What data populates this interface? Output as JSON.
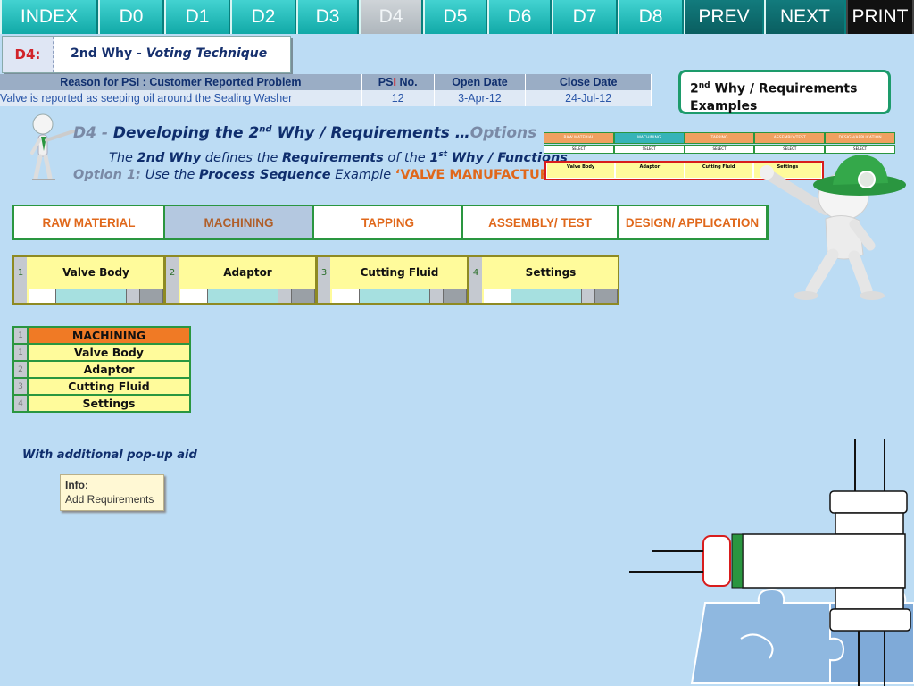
{
  "nav": [
    "INDEX",
    "D0",
    "D1",
    "D2",
    "D3",
    "D4",
    "D5",
    "D6",
    "D7",
    "D8",
    "PREV",
    "NEXT",
    "PRINT"
  ],
  "title": {
    "code": "D4:",
    "text": "2nd Why - ",
    "text_em": "Voting Technique"
  },
  "reason_table": {
    "headers": {
      "reason": "Reason for PSI  : Customer Reported Problem",
      "psi_a": "PS",
      "psi_slash": "I",
      "psi_b": " No.",
      "open": "Open Date",
      "close": "Close Date"
    },
    "row": {
      "reason": "Valve is reported as seeping oil around the Sealing Washer",
      "psi": "12",
      "open": "3-Apr-12",
      "close": "24-Jul-12"
    }
  },
  "example_box": {
    "a": "2",
    "sup": "nd",
    "b": " Why / Requirements",
    "line2": "Examples"
  },
  "heading": {
    "prefix": "D4 - ",
    "a": "Developing the 2",
    "sup": "nd",
    "b": " Why / Requirements …",
    "options": "Options"
  },
  "line2": {
    "a": "The ",
    "b": "2nd Why",
    "c": " defines the ",
    "d": "Requirements",
    "e": " of the ",
    "f": "1",
    "sup": "st",
    "g": " Why  / Functions"
  },
  "line3": {
    "a": "Option 1: ",
    "b": "Use the ",
    "c": "Process Sequence",
    "d": " Example ",
    "e": "‘VALVE MANUFACTURING’"
  },
  "categories": [
    "RAW MATERIAL",
    "MACHINING",
    "TAPPING",
    "ASSEMBLY/ TEST",
    "DESIGN/ APPLICATION"
  ],
  "items": [
    {
      "num": "1",
      "label": "Valve Body"
    },
    {
      "num": "2",
      "label": "Adaptor"
    },
    {
      "num": "3",
      "label": "Cutting Fluid"
    },
    {
      "num": "4",
      "label": "Settings"
    }
  ],
  "vlist": {
    "header": "MACHINING",
    "rows": [
      {
        "num": "1",
        "label": "Valve Body"
      },
      {
        "num": "2",
        "label": "Adaptor"
      },
      {
        "num": "3",
        "label": "Cutting Fluid"
      },
      {
        "num": "4",
        "label": "Settings"
      }
    ]
  },
  "popup_caption": "With additional pop-up aid",
  "info": {
    "title": "Info:",
    "text": "Add Requirements"
  },
  "mini": {
    "cats": [
      "RAW MATERIAL",
      "MACHINING",
      "TAPPING",
      "ASSEMBLY/TEST",
      "DESIGN/APPLICATION"
    ],
    "select": "SELECT",
    "items": [
      "Valve Body",
      "Adaptor",
      "Cutting Fluid",
      "Settings"
    ]
  },
  "colors": {
    "accent": "#e0681b",
    "nav": "#1fb7b5",
    "green": "#2a9640"
  }
}
